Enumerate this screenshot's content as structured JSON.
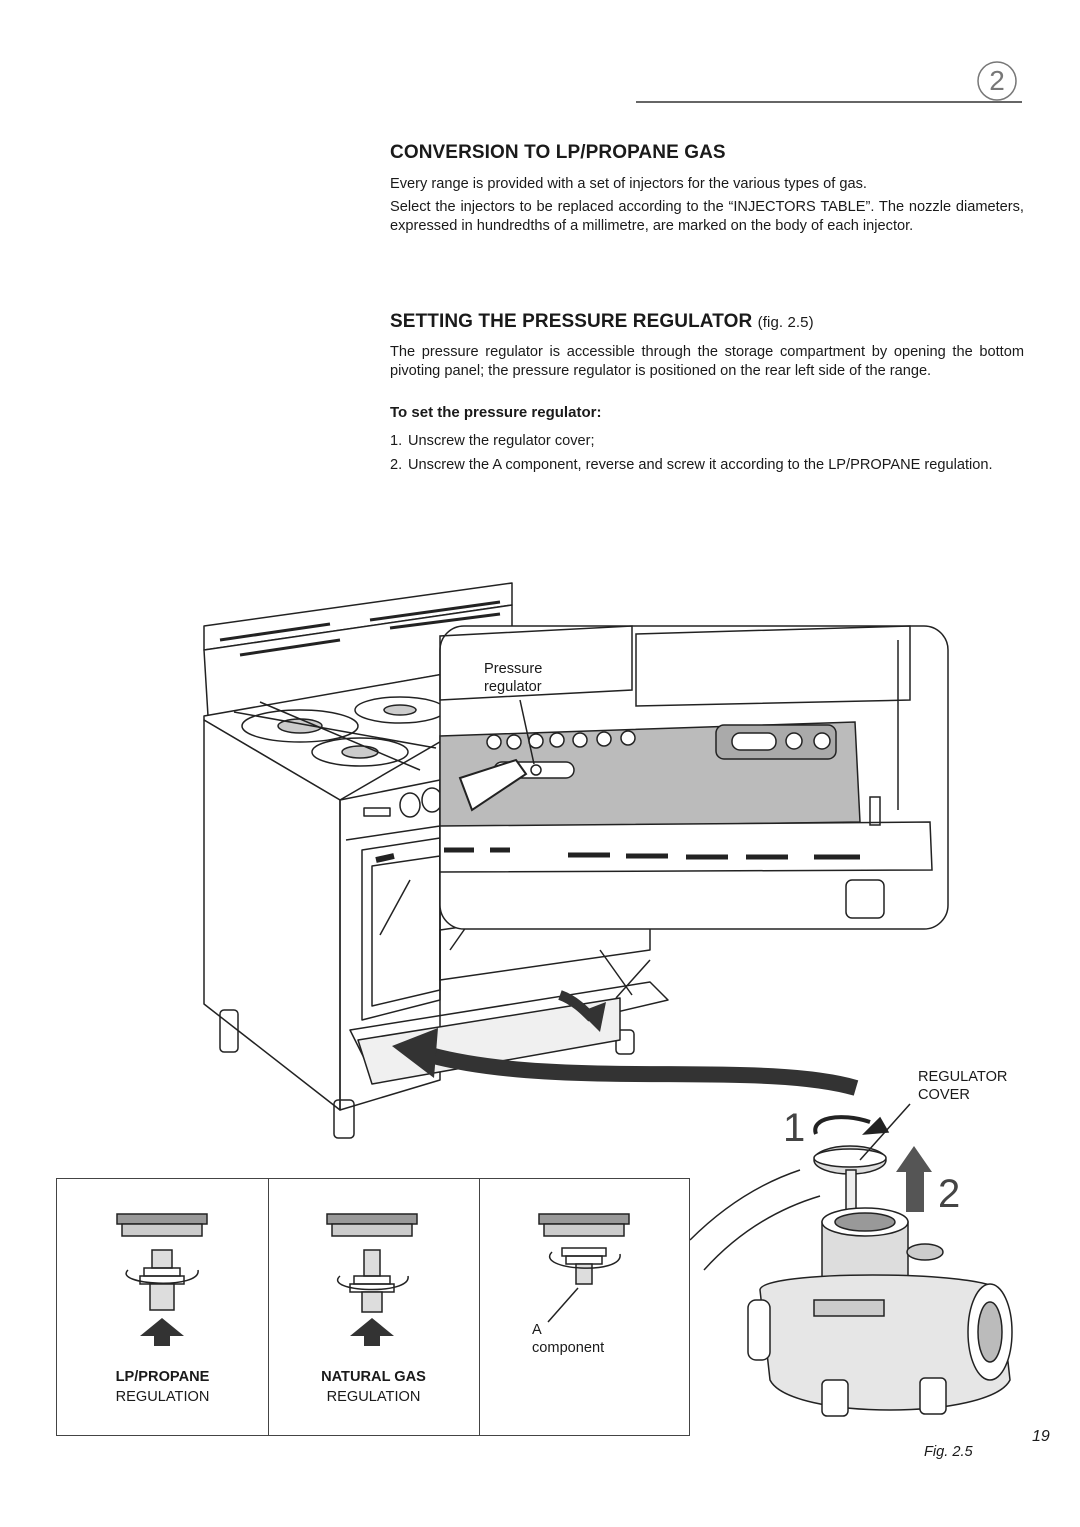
{
  "chapter": {
    "number": "2"
  },
  "conversion": {
    "heading": "CONVERSION TO LP/PROPANE GAS",
    "p1": "Every range is provided with a set of injectors for the various types of gas.",
    "p2": "Select the injectors to be replaced according to the “INJECTORS TABLE”. The nozzle diameters, expressed in hundredths of a millimetre, are marked on the body of each injector."
  },
  "regulator": {
    "heading": "SETTING THE PRESSURE REGULATOR",
    "figref": "(fig. 2.5)",
    "p1": "The pressure regulator is accessible through the storage compartment by opening the bottom pivoting panel; the pressure regulator is positioned on the rear left side of the range.",
    "subheading": "To set the pressure regulator:",
    "steps": [
      {
        "num": "1.",
        "text": "Unscrew the regulator cover;"
      },
      {
        "num": "2.",
        "text": "Unscrew the A component, reverse and screw it according to the LP/PROPANE regulation."
      }
    ]
  },
  "figure": {
    "pressure_label": "Pressure\nregulator",
    "cover_label": "REGULATOR\nCOVER",
    "a_label": "A\ncomponent",
    "step1": "1",
    "step2": "2",
    "table": [
      {
        "name": "LP/PROPANE",
        "sub": "REGULATION"
      },
      {
        "name": "NATURAL GAS",
        "sub": "REGULATION"
      }
    ],
    "caption": "Fig. 2.5"
  },
  "page_number": "19"
}
